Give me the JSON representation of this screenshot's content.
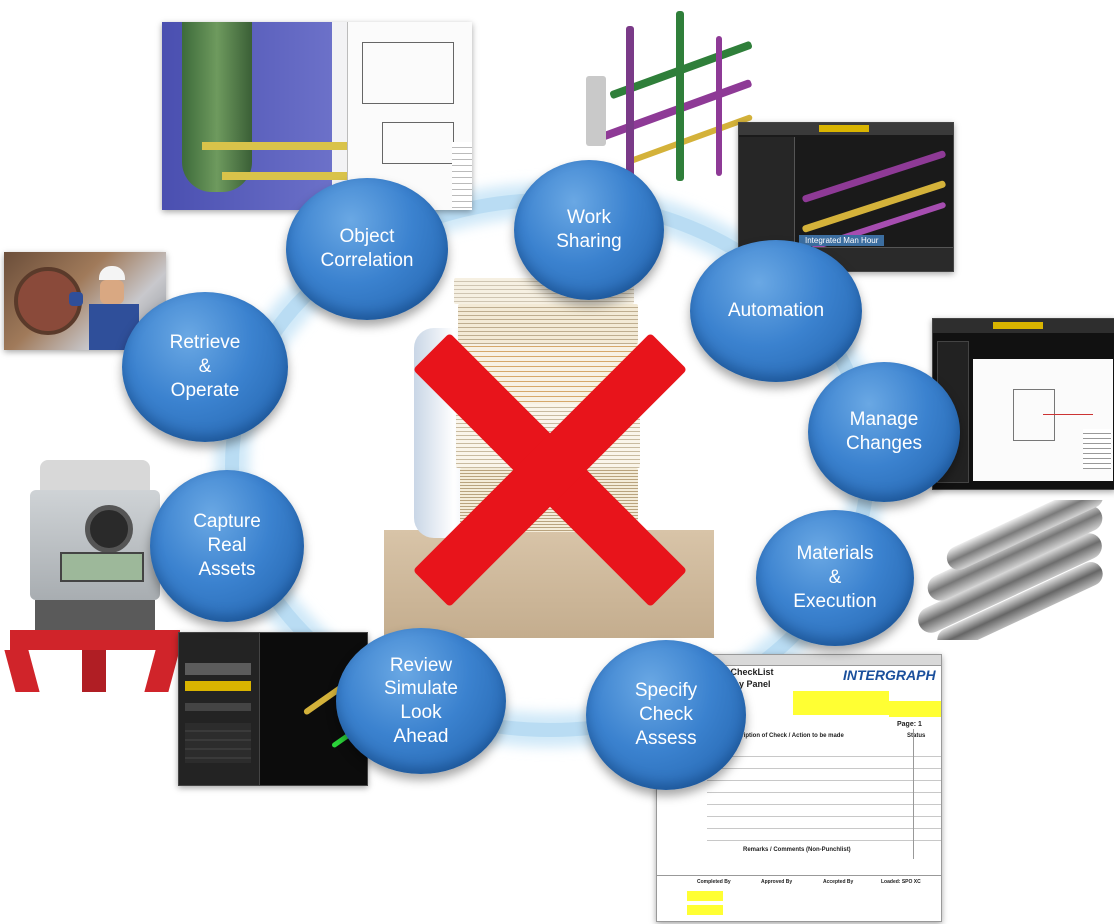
{
  "nodes": [
    {
      "id": "object-correlation",
      "label": "Object\nCorrelation"
    },
    {
      "id": "work-sharing",
      "label": "Work\nSharing"
    },
    {
      "id": "automation",
      "label": "Automation"
    },
    {
      "id": "manage-changes",
      "label": "Manage\nChanges"
    },
    {
      "id": "materials-execution",
      "label": "Materials\n&\nExecution"
    },
    {
      "id": "specify-check-assess",
      "label": "Specify\nCheck\nAssess"
    },
    {
      "id": "review-simulate",
      "label": "Review\nSimulate\nLook\nAhead"
    },
    {
      "id": "capture-real-assets",
      "label": "Capture\nReal\nAssets"
    },
    {
      "id": "retrieve-operate",
      "label": "Retrieve\n&\nOperate"
    }
  ],
  "thumbnails": {
    "work_sharing_caption": "Integrated Man Hour",
    "checklist": {
      "title": "ical Completion CheckList",
      "subtitle": "al - Control & Relay Panel",
      "brand": "INTERGRAPH",
      "section_header": "Remarks / Comments (Non-Punchlist)",
      "column_header": "Description of Check / Action to be made",
      "status_header": "Status",
      "page": "Page: 1",
      "footer_cols": [
        "Completed By",
        "Approved By",
        "Accepted By",
        "Loaded: SPO XC"
      ]
    }
  },
  "colors": {
    "node": "#3b82cf",
    "ring": "#bfe0f5",
    "cross": "#e8141b"
  }
}
